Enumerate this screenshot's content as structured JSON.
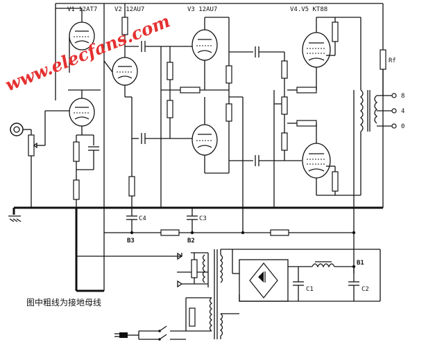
{
  "tubes": {
    "v1": "V1  12AT7",
    "v2": "V2  12AU7",
    "v3": "V3  12AU7",
    "v45": "V4.V5  KT88"
  },
  "labels": {
    "rf": "Rf",
    "c4": "C4",
    "c3": "C3",
    "b3": "B3",
    "b2": "B2",
    "b1": "B1",
    "c1": "C1",
    "c2": "C2"
  },
  "outputs": {
    "tap8": "8",
    "tap4": "4",
    "tap0": "0"
  },
  "caption": "图中粗线为接地母线",
  "watermark": "www.elecfans.com",
  "colors": {
    "line": "#111111",
    "watermark": "#e53030",
    "background": "#ffffff"
  }
}
